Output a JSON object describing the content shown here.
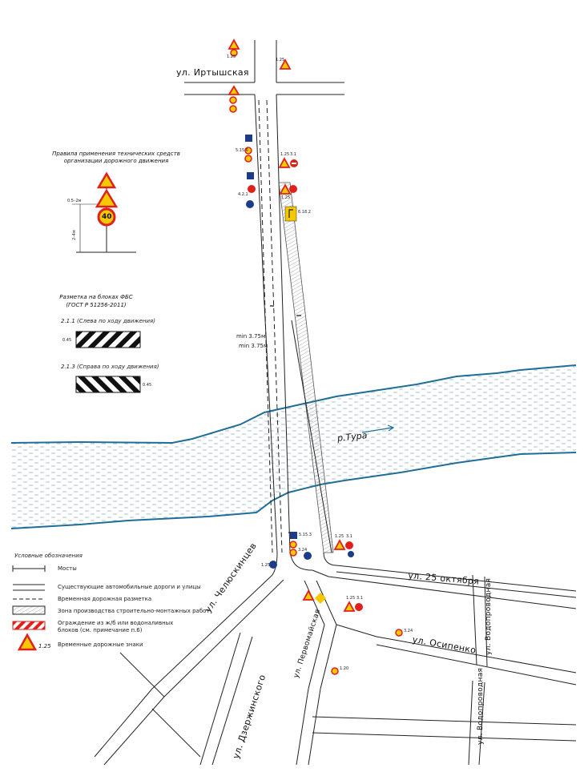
{
  "streets": {
    "irtyshskaya": "ул. Иртышская",
    "chelyuskintsev": "ул. Челюскинцев",
    "pervomayskaya": "ул. Первомайская",
    "dzerzhinskogo": "ул. Дзержинского",
    "oktyabrya": "ул. 25 октября",
    "osipenko": "ул. Осипенко",
    "vodoprovodnaya_1": "ул. Водопроводная",
    "vodoprovodnaya_2": "ул. Водопроводная"
  },
  "river": {
    "name": "р.Тура"
  },
  "dimensions": {
    "min_1": "min 3.75м",
    "min_2": "min 3.75м"
  },
  "rules_box": {
    "title": "Правила применения технических средств организации дорожного движения",
    "height_label_top": "0.5–2м",
    "height_label_side": "2–4м",
    "speed_limit": "40"
  },
  "marking_box": {
    "title_line1": "Разметка на блоках ФБС",
    "title_line2": "(ГОСТ  Р 51256-2011)",
    "mark_1": "2.1.1 (Слева по ходу движения)",
    "mark_2": "2.1.3 (Справа по ходу движения)",
    "dim_1": "0.45",
    "dim_2": "0.45"
  },
  "legend": {
    "title": "Условные обозначения",
    "items": [
      "Мосты",
      "Существующие автомобильные дороги и улицы",
      "Временная дорожная разметка",
      "Зона производства строительно-монтажных работ",
      "Ограждение из ж/б или водоналивных блоков (см. примечание п.6)",
      "Временные дорожные знаки"
    ],
    "sign_code": "1.25"
  },
  "sign_labels": {
    "s1": "1.25",
    "s2": "1.25",
    "s3": "5.15.6",
    "s4": "1.25",
    "s5": "3.1",
    "s6": "4.2.1",
    "s7": "1.25",
    "s8": "6.18.2",
    "s9": "5.15.3",
    "s10": "1.25",
    "s11": "3.1",
    "s12": "3.24",
    "s13": "1.25",
    "s14": "3.1",
    "s15": "1.25",
    "s16": "3.24",
    "s17": "1.20"
  },
  "colors": {
    "river_line": "#1f6d99",
    "river_hatch": "#8fb4c8",
    "road": "#222222",
    "sign_red": "#e0201a",
    "sign_yellow": "#f5c800"
  }
}
